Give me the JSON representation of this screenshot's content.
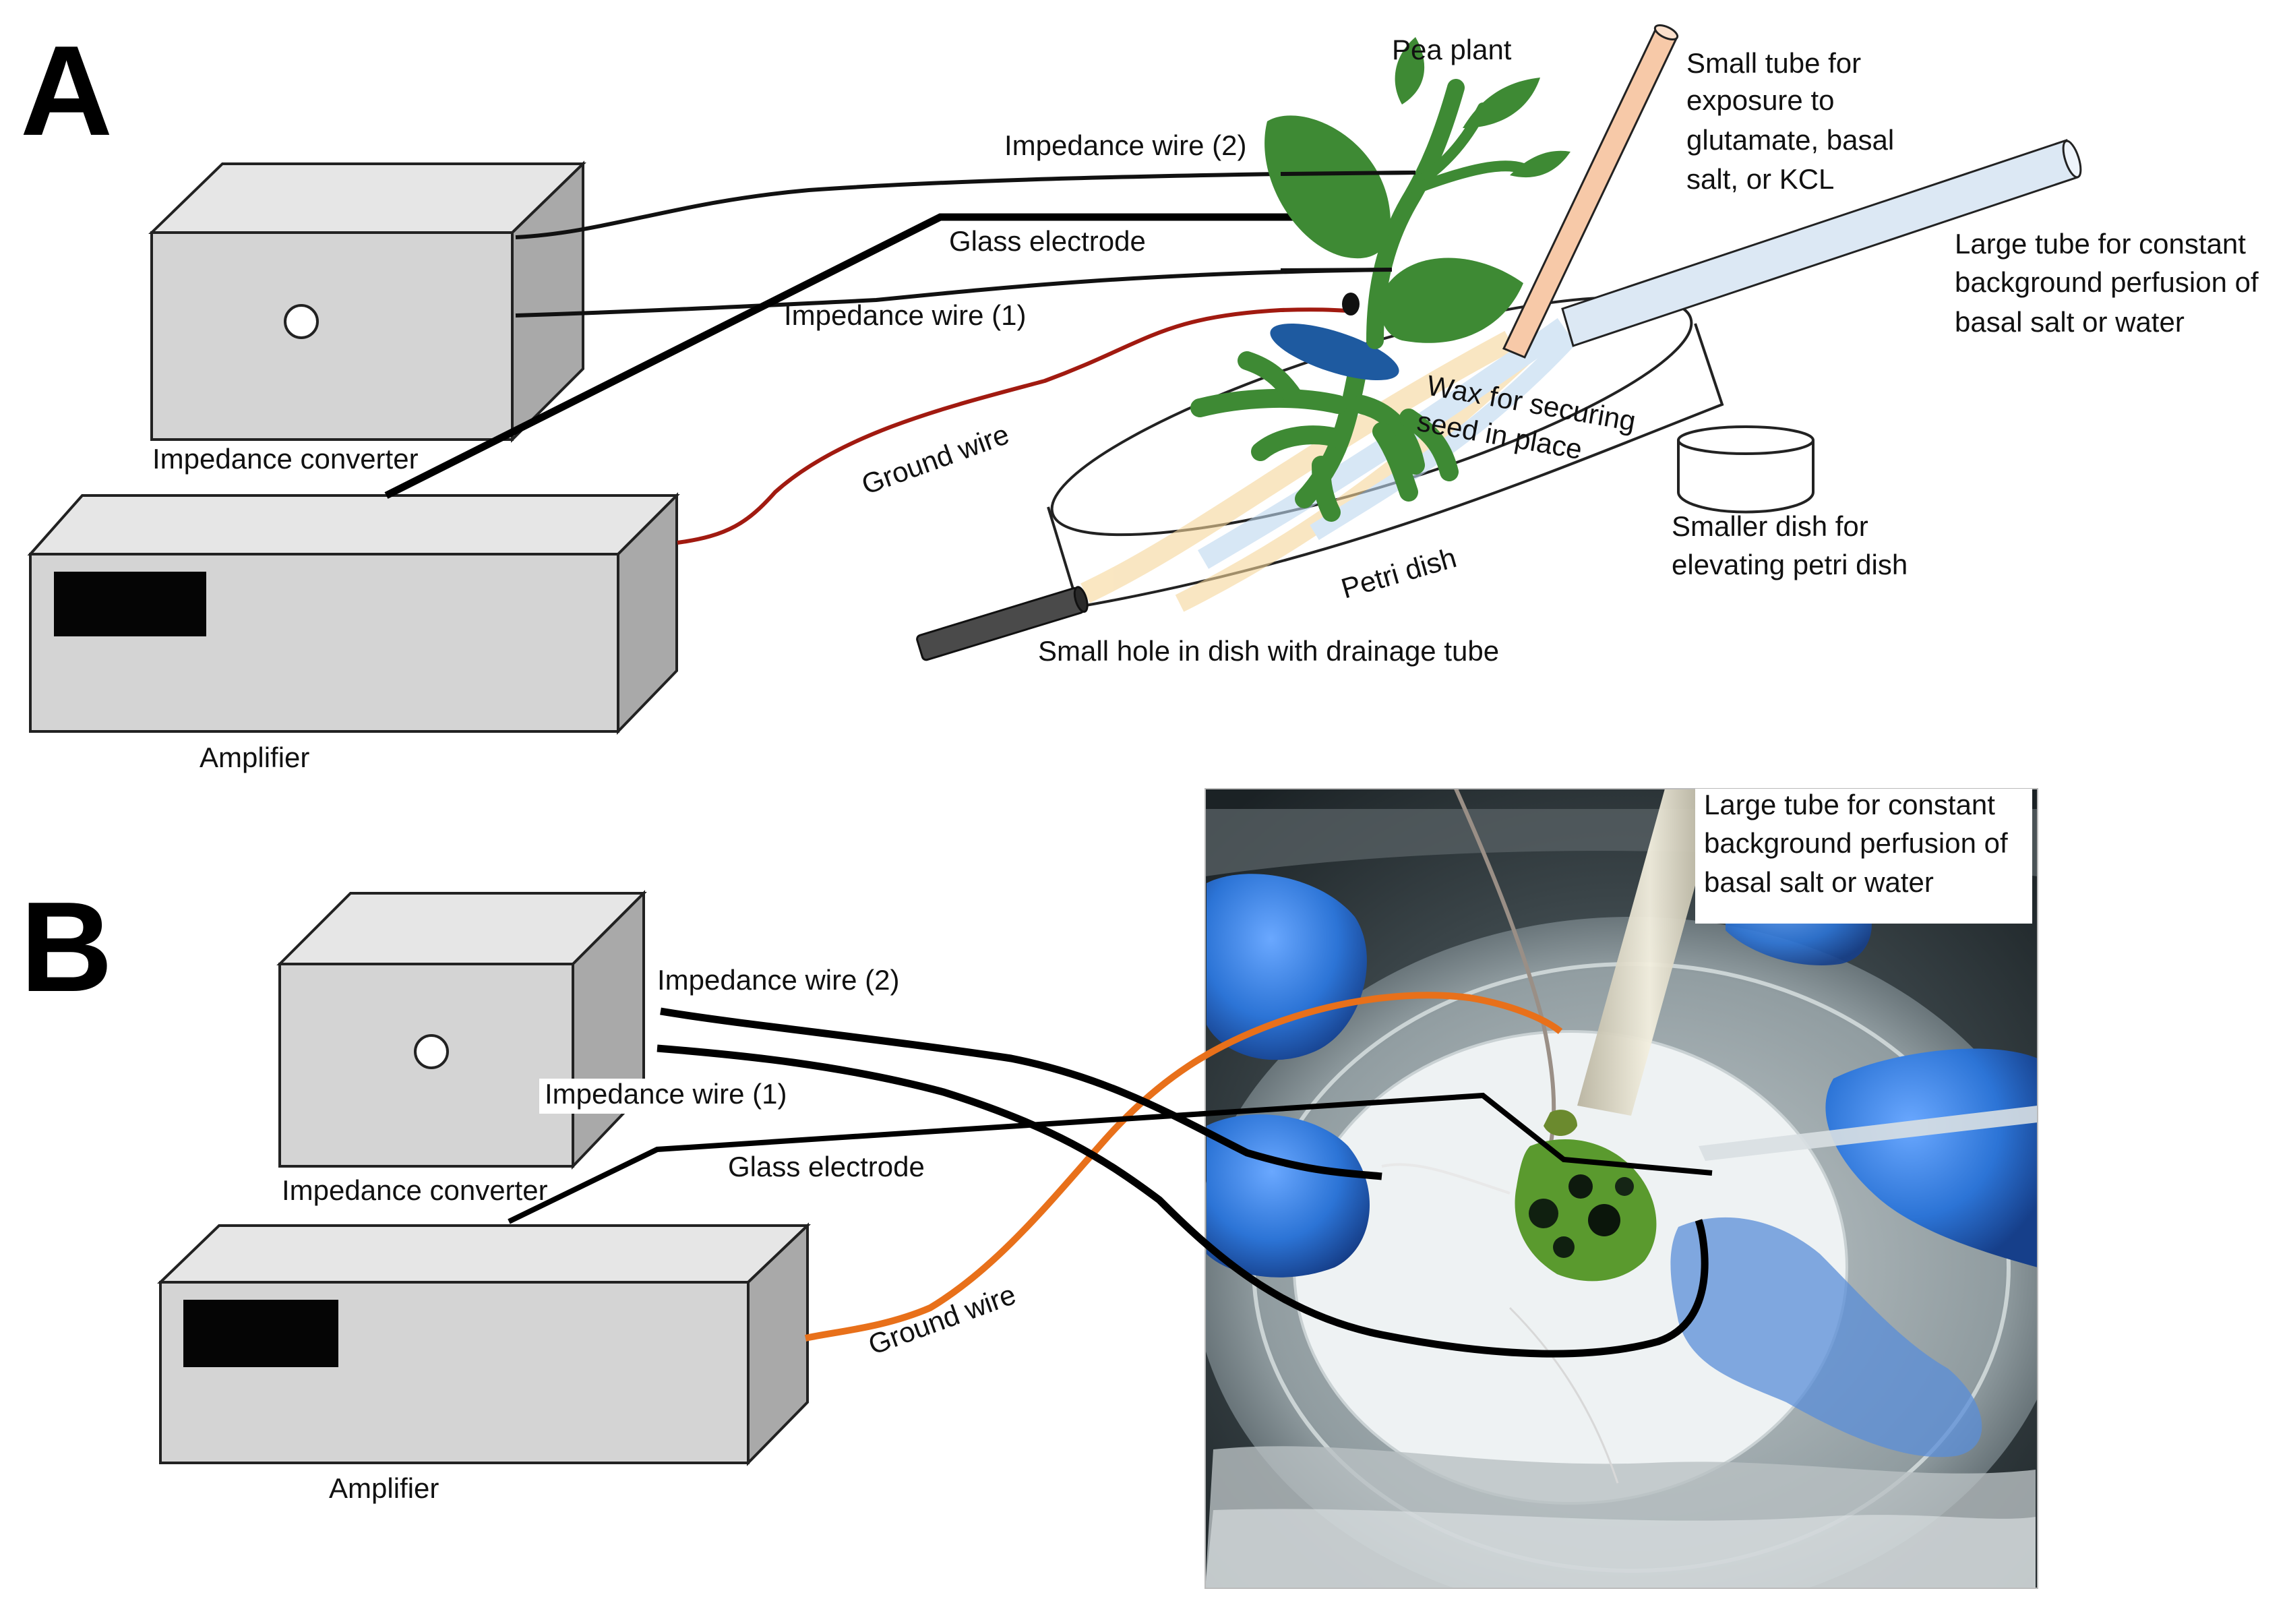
{
  "panel_a": {
    "letter": "A",
    "impedance_converter": "Impedance converter",
    "amplifier": "Amplifier",
    "impedance_wire_2": "Impedance wire (2)",
    "glass_electrode": "Glass electrode",
    "impedance_wire_1": "Impedance wire (1)",
    "ground_wire": "Ground wire",
    "pea_plant": "Pea plant",
    "small_tube_lines": [
      "Small tube for",
      "exposure to",
      "glutamate, basal",
      "salt, or KCL"
    ],
    "large_tube_lines": [
      "Large tube for constant",
      "background perfusion of",
      "basal salt or water"
    ],
    "wax_lines": [
      "Wax for securing",
      "seed in place"
    ],
    "smaller_dish_lines": [
      "Smaller dish for",
      "elevating petri dish"
    ],
    "petri_dish": "Petri dish",
    "drainage": "Small hole in dish with drainage tube"
  },
  "panel_b": {
    "letter": "B",
    "impedance_converter": "Impedance converter",
    "amplifier": "Amplifier",
    "impedance_wire_2": "Impedance wire (2)",
    "impedance_wire_1": "Impedance wire (1)",
    "glass_electrode": "Glass electrode",
    "ground_wire": "Ground wire",
    "photo_caption_lines": [
      "Large tube for constant",
      "background perfusion of",
      "basal salt or water"
    ]
  },
  "colors": {
    "box_face": "#d4d4d4",
    "box_top": "#e6e6e6",
    "box_side": "#a9a9a9",
    "wire": "#111111",
    "ground_wire_a": "#a11a10",
    "ground_wire_b": "#e8701a",
    "leaf": "#3e8a34",
    "wax": "#1e5aa0",
    "small_tube": "#f7c9a8",
    "large_tube": "#dce8f4",
    "photo_glove": "#2c74d6"
  }
}
